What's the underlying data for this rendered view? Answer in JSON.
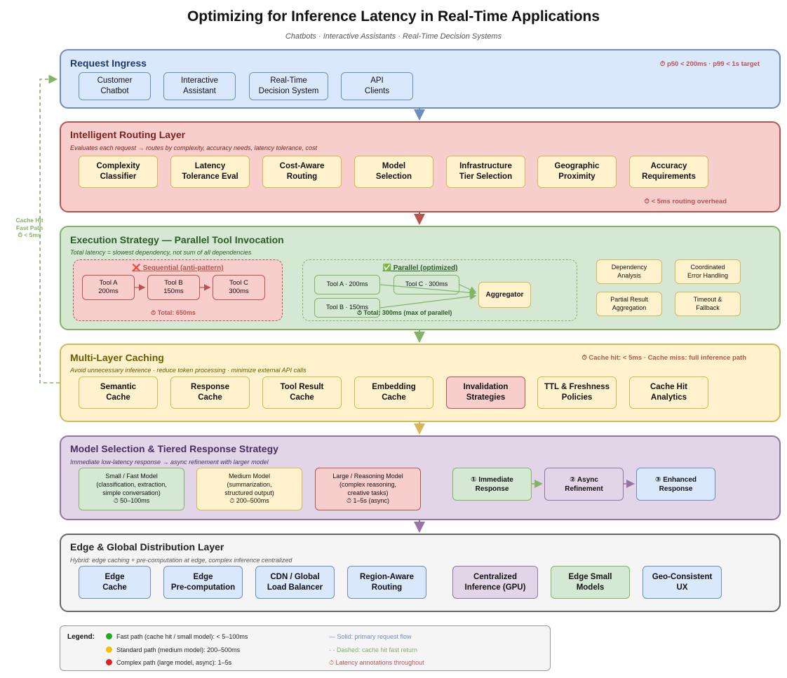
{
  "header": {
    "title": "Optimizing for Inference Latency in Real-Time Applications",
    "subtitle": "Chatbots · Interactive Assistants · Real-Time Decision Systems"
  },
  "ingress": {
    "title": "Request Ingress",
    "note": "⏱ p50 < 200ms · p99 < 1s target",
    "items": [
      "Customer\nChatbot",
      "Interactive\nAssistant",
      "Real-Time\nDecision System",
      "API\nClients"
    ]
  },
  "routing": {
    "title": "Intelligent Routing Layer",
    "subtitle": "Evaluates each request → routes by complexity, accuracy needs, latency tolerance, cost",
    "note": "⏱ < 5ms routing overhead",
    "items": [
      "Complexity\nClassifier",
      "Latency\nTolerance Eval",
      "Cost-Aware\nRouting",
      "Model\nSelection",
      "Infrastructure\nTier Selection",
      "Geographic\nProximity",
      "Accuracy\nRequirements"
    ]
  },
  "execution": {
    "title": "Execution Strategy — Parallel Tool Invocation",
    "subtitle": "Total latency = slowest dependency, not sum of all dependencies",
    "sequential": {
      "label": "❌ Sequential (anti-pattern)",
      "tools": [
        "Tool A\n200ms",
        "Tool B\n150ms",
        "Tool C\n300ms"
      ],
      "total": "⏱ Total: 650ms"
    },
    "parallel": {
      "label": "✅ Parallel (optimized)",
      "tool_a": "Tool A · 200ms",
      "tool_b": "Tool B · 150ms",
      "tool_c": "Tool C · 300ms",
      "aggregator": "Aggregator",
      "total": "⏱ Total: 300ms (max of parallel)"
    },
    "extras": [
      "Dependency\nAnalysis",
      "Coordinated\nError Handling",
      "Partial Result\nAggregation",
      "Timeout &\nFallback"
    ]
  },
  "caching": {
    "title": "Multi-Layer Caching",
    "subtitle": "Avoid unnecessary inference · reduce token processing · minimize external API calls",
    "note": "⏱ Cache hit: < 5ms · Cache miss: full inference path",
    "items": [
      "Semantic\nCache",
      "Response\nCache",
      "Tool Result\nCache",
      "Embedding\nCache",
      "Invalidation\nStrategies",
      "TTL & Freshness\nPolicies",
      "Cache Hit\nAnalytics"
    ]
  },
  "cache_path": {
    "label": "Cache Hit\nFast Path\n⏱ < 5ms"
  },
  "model": {
    "title": "Model Selection & Tiered Response Strategy",
    "subtitle": "Immediate low-latency response → async refinement with larger model",
    "models": [
      "Small / Fast Model\n(classification, extraction,\nsimple conversation)\n⏱ 50–100ms",
      "Medium Model\n(summarization,\nstructured output)\n⏱ 200–500ms",
      "Large / Reasoning Model\n(complex reasoning,\ncreative tasks)\n⏱ 1–5s (async)"
    ],
    "steps": [
      "① Immediate\nResponse",
      "② Async\nRefinement",
      "③ Enhanced\nResponse"
    ]
  },
  "edge": {
    "title": "Edge & Global Distribution Layer",
    "subtitle": "Hybrid: edge caching + pre-computation at edge, complex inference centralized",
    "items": [
      "Edge\nCache",
      "Edge\nPre-computation",
      "CDN / Global\nLoad Balancer",
      "Region-Aware\nRouting",
      "Centralized\nInference (GPU)",
      "Edge Small\nModels",
      "Geo-Consistent\nUX"
    ]
  },
  "legend": {
    "title": "Legend:",
    "fast": "Fast path (cache hit / small model): < 5–100ms",
    "standard": "Standard path (medium model): 200–500ms",
    "complex": "Complex path (large model, async): 1–5s",
    "solid": "— Solid: primary request flow",
    "dashed": "- - Dashed: cache hit fast return",
    "latency": "⏱ Latency annotations throughout"
  },
  "colors": {
    "blue": "#dae8fc",
    "red": "#f8cecc",
    "green": "#d5e8d4",
    "yellow": "#fff2cc",
    "purple": "#e1d5e7",
    "gray": "#f5f5f5"
  }
}
